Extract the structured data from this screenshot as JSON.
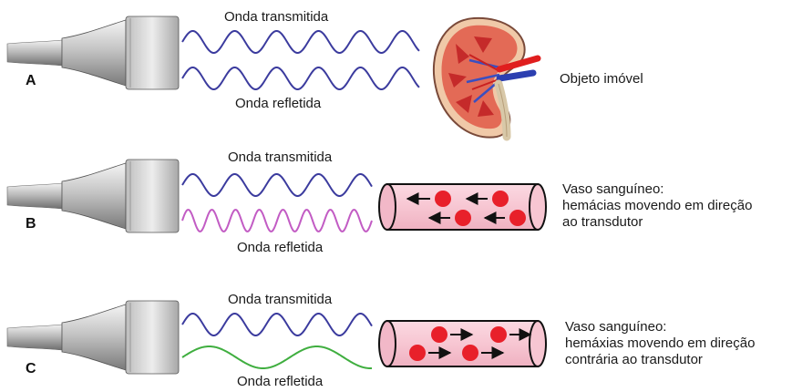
{
  "rows": [
    {
      "letter": "A",
      "transmitted_label": "Onda transmitida",
      "reflected_label": "Onda refletida",
      "object_lines": [
        "Objeto imóvel"
      ],
      "transmitted_color": "#3b3b9e",
      "reflected_color": "#3b3b9e"
    },
    {
      "letter": "B",
      "transmitted_label": "Onda transmitida",
      "reflected_label": "Onda refletida",
      "object_lines": [
        "Vaso sanguíneo:",
        "hemácias movendo em direção",
        "ao transdutor"
      ],
      "transmitted_color": "#3b3b9e",
      "reflected_color": "#c25cc4"
    },
    {
      "letter": "C",
      "transmitted_label": "Onda transmitida",
      "reflected_label": "Onda refletida",
      "object_lines": [
        "Vaso sanguíneo:",
        "hemáxias movendo em direção",
        "contrária ao transdutor"
      ],
      "transmitted_color": "#3b3b9e",
      "reflected_color": "#3fae3f"
    }
  ],
  "colors": {
    "vessel_fill": "#f7c6d2",
    "cell": "#e8202a",
    "kidney_red": "#d9332f",
    "transducer_light": "#e6e6e6",
    "transducer_dark": "#8a8a8a"
  }
}
